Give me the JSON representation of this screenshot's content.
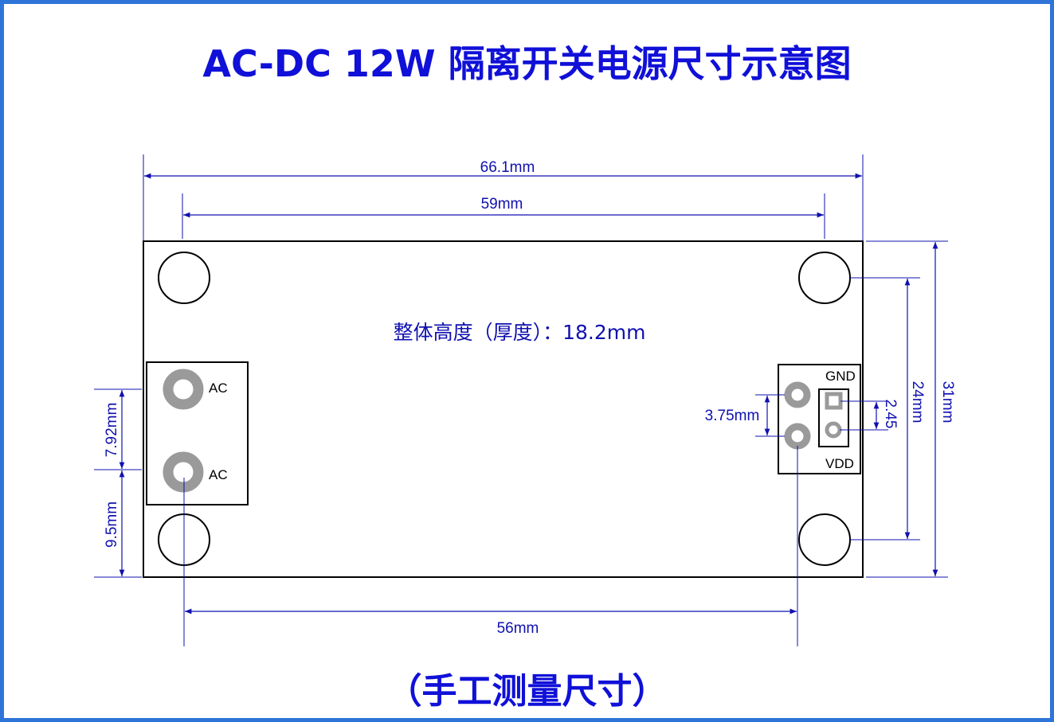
{
  "title": "AC-DC 12W 隔离开关电源尺寸示意图",
  "footer": "（手工测量尺寸）",
  "colors": {
    "frame": "#2f74d8",
    "title": "#1010d8",
    "dimension": "#1010b0",
    "outline": "#000000",
    "pad": "#9a9a9a"
  },
  "board": {
    "height_note": "整体高度（厚度）：18.2mm",
    "input_labels": [
      "AC",
      "AC"
    ],
    "output_labels": {
      "top": "GND",
      "bottom": "VDD"
    }
  },
  "dimensions": {
    "total_width": "66.1mm",
    "hole_spacing_width": "59mm",
    "pin_spacing_width": "56mm",
    "total_height": "31mm",
    "hole_spacing_height": "24mm",
    "ac_pin_spacing": "7.92mm",
    "ac_pin_to_edge": "9.5mm",
    "output_pin_spacing": "3.75mm",
    "header_pin_spacing": "2.45"
  }
}
